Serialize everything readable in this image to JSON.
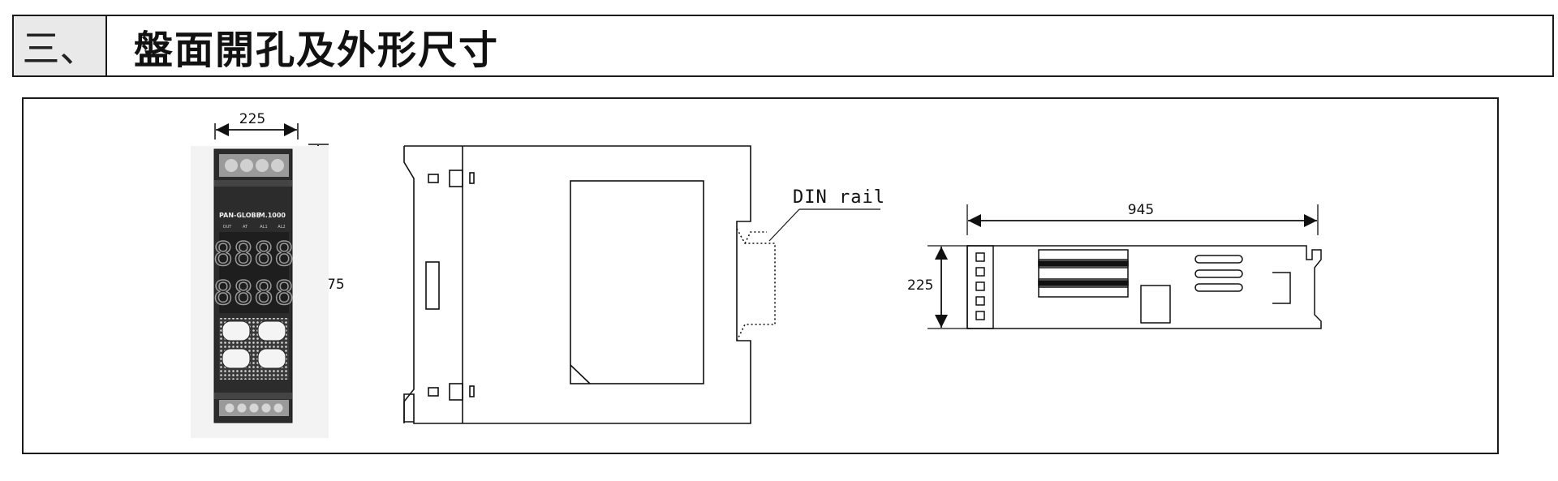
{
  "header": {
    "section_number": "三、",
    "title": "盤面開孔及外形尺寸"
  },
  "front_view": {
    "width_label": "225",
    "height_label": "75",
    "brand": "PAN-GLOBE",
    "model": "M.1000",
    "indicators": [
      "OUT",
      "AT",
      "AL1",
      "AL2"
    ],
    "display_top": "8888",
    "display_bottom": "8888"
  },
  "side_view": {
    "rail_label": "DIN rail"
  },
  "top_view": {
    "length_label": "945",
    "height_label": "225"
  }
}
